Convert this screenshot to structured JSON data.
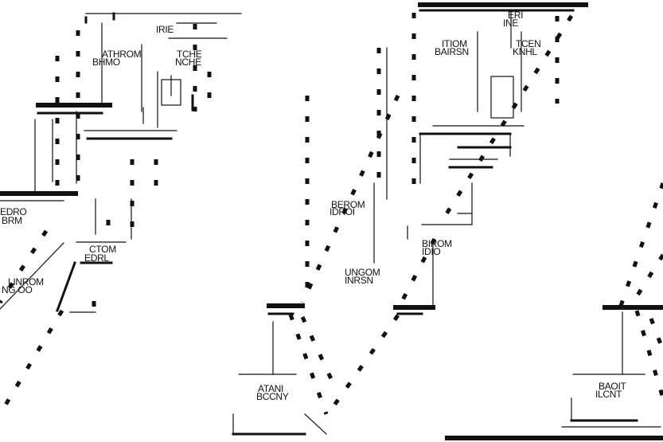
{
  "rooms": {
    "left_bathroom_a": "ATHROM",
    "left_bathroom_b": "BHMO",
    "left_kitchen_a": "TCHE",
    "left_kitchen_b": "NCHE",
    "left_top_fragment": "IRIE",
    "left_bedroom_a": "EDRO",
    "left_bedroom_b": "BRM",
    "left_living_a": "LINROM",
    "left_living_b": "NG OO",
    "left_closet_a": "CTOM",
    "left_closet_b": "EDRL",
    "mid_bathroom_a": "ITIOM",
    "mid_bathroom_b": "BAIRSN",
    "mid_kitchen_a": "TCEN",
    "mid_kitchen_b": "KNHL",
    "mid_top_fragment_a": "ERI",
    "mid_top_fragment_b": "INE",
    "mid_bedroom_a": "BEROM",
    "mid_bedroom_b": "IDROI",
    "mid_bedroom2_a": "BIROM",
    "mid_bedroom2_b": "IDIO",
    "mid_living_a": "UNGOM",
    "mid_living_b": "INRSN",
    "mid_balcony_a": "ATANI",
    "mid_balcony_b": "BCCNY",
    "right_balcony_a": "BAOIT",
    "right_balcony_b": "ILCNT"
  },
  "colors": {
    "ink": "#111111",
    "paper": "#ffffff",
    "ghost": "#e2e2e2"
  }
}
